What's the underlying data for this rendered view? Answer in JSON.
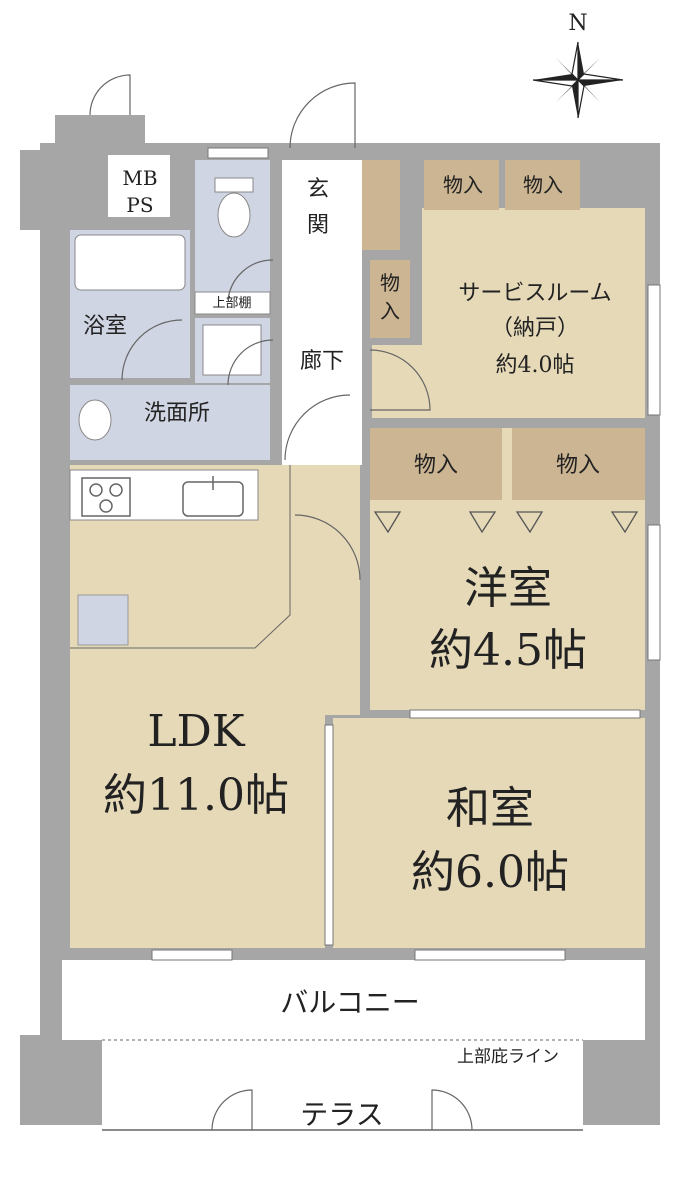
{
  "colors": {
    "wall": "#a6a6a6",
    "room": "#e6d9b8",
    "wet": "#d0d5e3",
    "closet": "#ccb592",
    "outside": "#ffffff",
    "line": "#555555"
  },
  "compass": {
    "label": "N"
  },
  "rooms": {
    "ldk": {
      "name": "LDK",
      "size": "約11.0帖"
    },
    "washitsu": {
      "name": "和室",
      "size": "約6.0帖"
    },
    "youshitsu": {
      "name": "洋室",
      "size": "約4.5帖"
    },
    "service_room": {
      "name": "サービスルーム",
      "sub": "（納戸）",
      "size": "約4.0帖"
    },
    "bath": {
      "name": "浴室"
    },
    "washroom": {
      "name": "洗面所"
    },
    "entrance": {
      "name": "玄関"
    },
    "hallway": {
      "name": "廊下"
    },
    "upper_shelf": {
      "name": "上部棚"
    },
    "mbps": {
      "line1": "MB",
      "line2": "PS"
    }
  },
  "closets": {
    "storage": "物入"
  },
  "outdoor": {
    "balcony": "バルコニー",
    "eaves_line": "上部庇ライン",
    "terrace": "テラス"
  }
}
